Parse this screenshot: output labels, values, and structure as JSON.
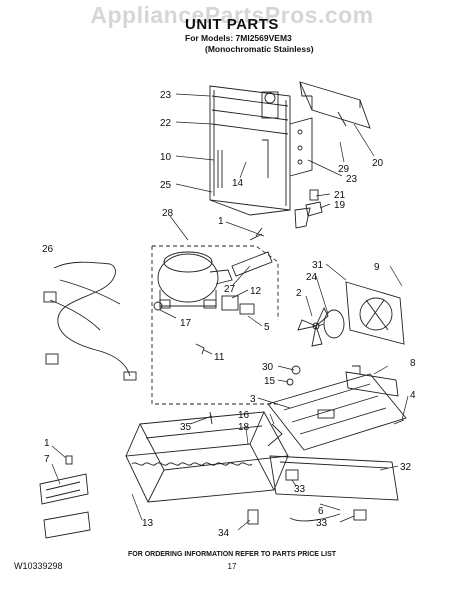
{
  "watermark": "AppliancePartsPros.com",
  "header": {
    "title": "UNIT PARTS",
    "models_line": "For Models: 7MI2569VEM3",
    "models_sub": "(Monochromatic Stainless)"
  },
  "callouts": {
    "c23a": "23",
    "c22": "22",
    "c10": "10",
    "c14": "14",
    "c25": "25",
    "c20": "20",
    "c29": "29",
    "c23b": "23",
    "c21": "21",
    "c19": "19",
    "c28": "28",
    "c1a": "1",
    "c26": "26",
    "c27": "27",
    "c12": "12",
    "c17": "17",
    "c5": "5",
    "c11": "11",
    "c31": "31",
    "c9": "9",
    "c24": "24",
    "c2": "2",
    "c30": "30",
    "c15": "15",
    "c8": "8",
    "c3": "3",
    "c4": "4",
    "c16": "16",
    "c35": "35",
    "c18": "18",
    "c1b": "1",
    "c7": "7",
    "c33a": "33",
    "c32": "32",
    "c13": "13",
    "c6": "6",
    "c33b": "33",
    "c34": "34"
  },
  "footer": {
    "doc_number": "W10339298",
    "ordering_info": "FOR ORDERING INFORMATION REFER TO PARTS PRICE LIST",
    "page": "17"
  }
}
